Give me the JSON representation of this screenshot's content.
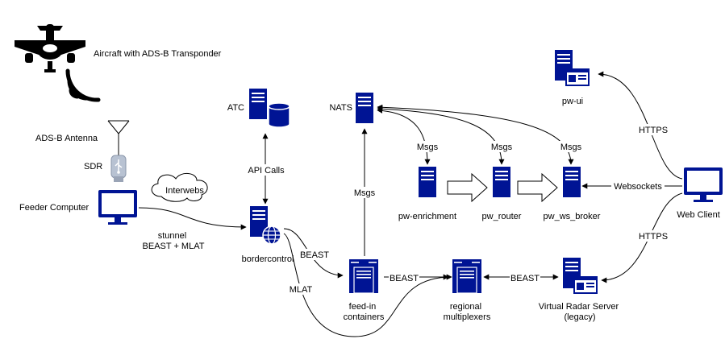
{
  "colors": {
    "server": "#001494",
    "line": "#000000",
    "icon": "#000000",
    "background": "#ffffff"
  },
  "nodes": {
    "aircraft": {
      "label": "Aircraft with ADS-B Transponder",
      "icon": "airplane-icon"
    },
    "signal": {
      "icon": "radio-waves-icon"
    },
    "antenna": {
      "label": "ADS-B Antenna",
      "icon": "antenna-icon"
    },
    "sdr": {
      "label": "SDR",
      "icon": "usb-dongle-icon"
    },
    "feeder": {
      "label": "Feeder Computer",
      "icon": "monitor-icon"
    },
    "interwebs": {
      "label": "Interwebs",
      "icon": "cloud-icon"
    },
    "atc": {
      "label": "ATC",
      "icon": "server-database-icon"
    },
    "bordercontrol": {
      "label": "bordercontrol",
      "icon": "server-globe-icon"
    },
    "nats": {
      "label": "NATS",
      "icon": "server-icon"
    },
    "feedin": {
      "label_line1": "feed-in",
      "label_line2": "containers",
      "icon": "server-cluster-icon"
    },
    "regional": {
      "label_line1": "regional",
      "label_line2": "multiplexers",
      "icon": "server-cluster-icon"
    },
    "vrs": {
      "label_line1": "Virtual Radar Server",
      "label_line2": "(legacy)",
      "icon": "server-window-icon"
    },
    "enrichment": {
      "label": "pw-enrichment",
      "icon": "server-icon"
    },
    "router": {
      "label": "pw_router",
      "icon": "server-icon"
    },
    "broker": {
      "label": "pw_ws_broker",
      "icon": "server-icon"
    },
    "pwui": {
      "label": "pw-ui",
      "icon": "server-window-icon"
    },
    "webclient": {
      "label": "Web Client",
      "icon": "monitor-icon"
    }
  },
  "edges": {
    "stunnel_line1": "stunnel",
    "stunnel_line2": "BEAST + MLAT",
    "api_calls": "API Calls",
    "beast_bc_feedin": "BEAST",
    "mlat": "MLAT",
    "msgs_feedin_nats": "Msgs",
    "beast_feedin_regional": "BEAST",
    "beast_regional_vrs": "BEAST",
    "msgs_enrichment": "Msgs",
    "msgs_router": "Msgs",
    "msgs_broker": "Msgs",
    "websockets": "Websockets",
    "https_ui": "HTTPS",
    "https_vrs": "HTTPS"
  }
}
